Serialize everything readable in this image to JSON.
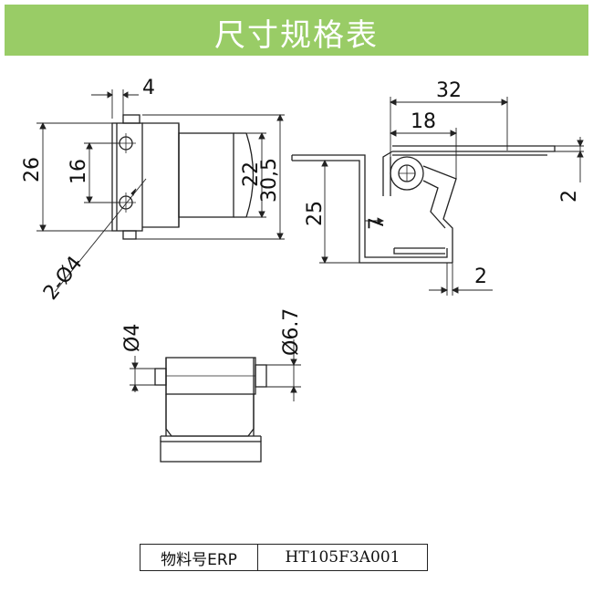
{
  "header": {
    "title": "尺寸规格表",
    "background": "#99cc66",
    "text_color": "#ffffff"
  },
  "dimensions": {
    "top_offset": "4",
    "height_26": "26",
    "hole_spacing_16": "16",
    "height_22": "22",
    "height_30_5": "30,5",
    "holes": "2-Ø4",
    "length_32": "32",
    "length_18": "18",
    "thickness_2_right": "2",
    "height_25": "25",
    "gap_7": "7",
    "thickness_2_bottom": "2",
    "pin_dia_4": "Ø4",
    "pin_dia_6_7": "Ø6.7"
  },
  "erp": {
    "label": "物料号ERP",
    "value": "HT105F3A001"
  }
}
